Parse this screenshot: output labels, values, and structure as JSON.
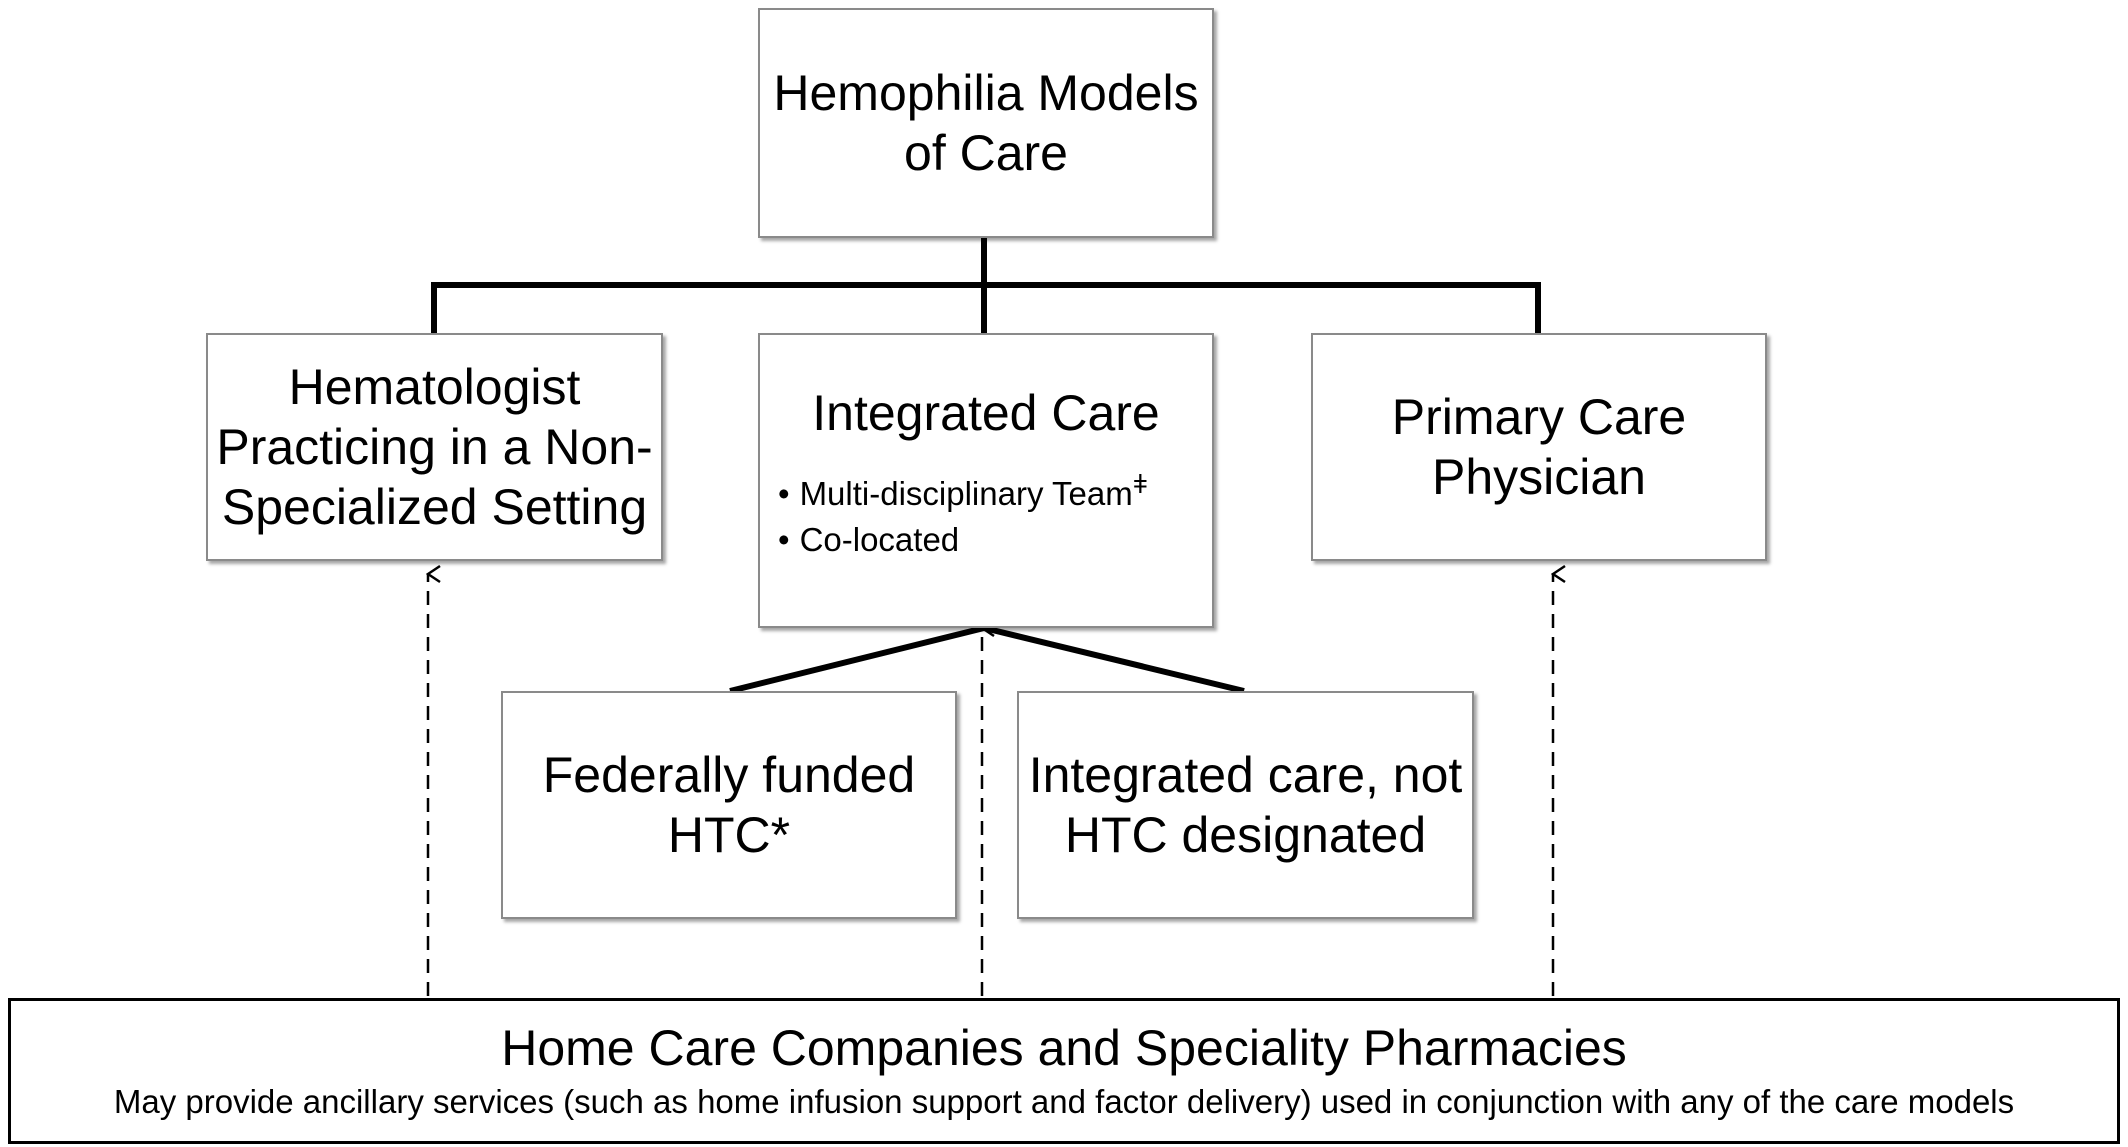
{
  "root": {
    "line1": "Hemophilia Models",
    "line2": "of Care"
  },
  "hematologist": {
    "line1": "Hematologist",
    "line2": "Practicing in a Non-",
    "line3": "Specialized Setting"
  },
  "integrated": {
    "title": "Integrated Care",
    "bullets": [
      "Multi-disciplinary Team",
      "Co-located"
    ],
    "footnote_symbol": "ǂ"
  },
  "primary": {
    "line1": "Primary Care",
    "line2": "Physician"
  },
  "federal": {
    "line1": "Federally funded",
    "line2": "HTC*"
  },
  "not_htc": {
    "line1": "Integrated care, not",
    "line2": "HTC designated"
  },
  "home_care": {
    "title": "Home Care Companies and Speciality Pharmacies",
    "description": "May provide ancillary services (such as home infusion support and factor delivery) used in conjunction with any of the care models"
  }
}
